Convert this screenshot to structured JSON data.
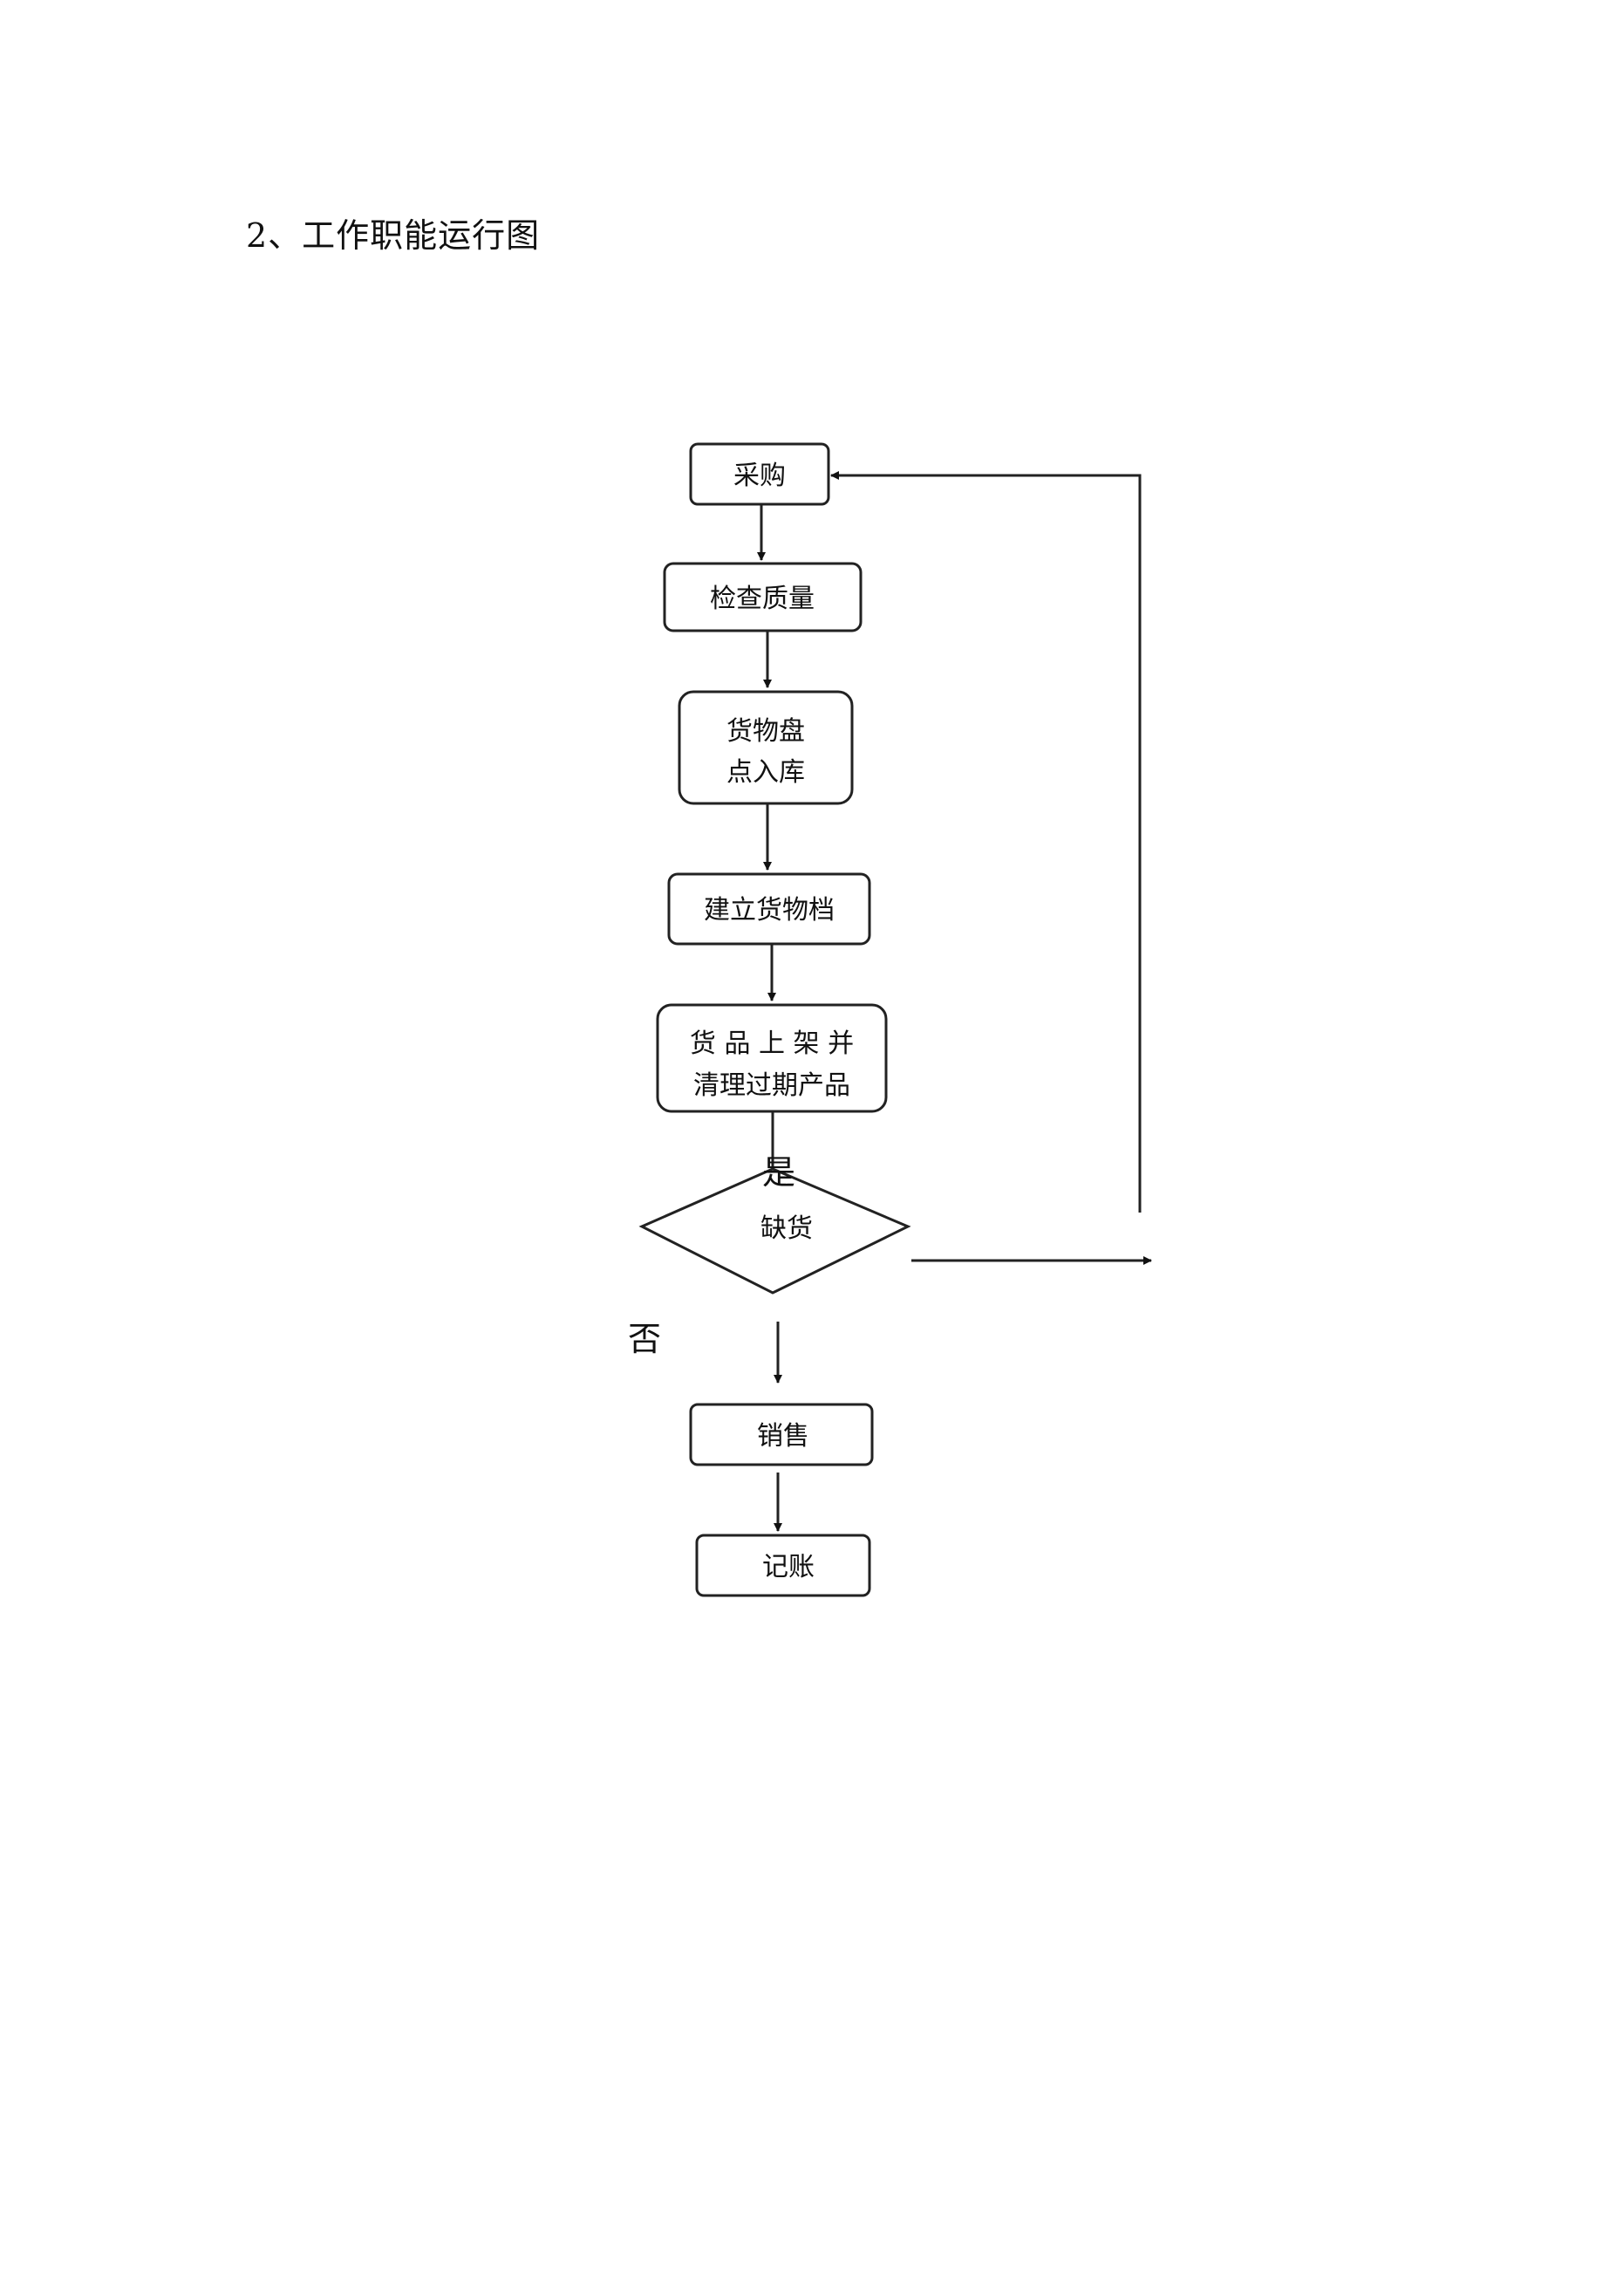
{
  "heading": "2、工作职能运行图",
  "nodes": {
    "purchase": "采购",
    "quality_check": [
      "检查质量"
    ],
    "inventory": [
      "货物盘",
      "点入库"
    ],
    "archive": [
      "建立货物档"
    ],
    "shelving": [
      "货 品 上 架 并",
      "清理过期产品"
    ],
    "shortage": "缺货",
    "sales": "销售",
    "bookkeeping": "记账"
  },
  "branches": {
    "yes": "是",
    "no": "否"
  }
}
